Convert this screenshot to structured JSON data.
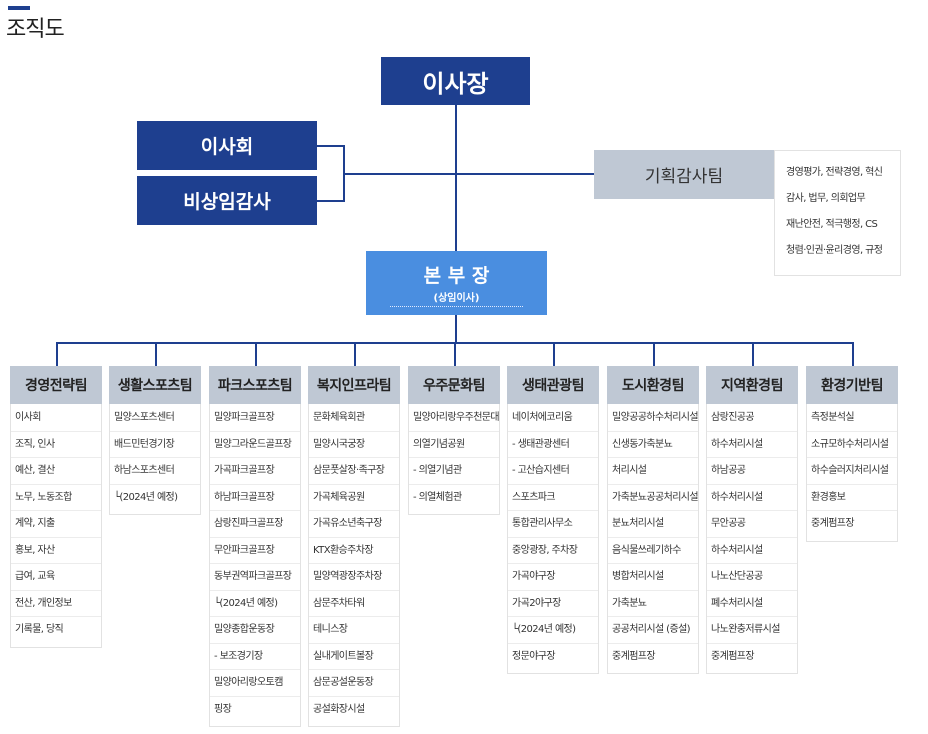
{
  "page_title": "조직도",
  "ceo": "이사장",
  "board": "이사회",
  "auditor": "비상임감사",
  "planning": {
    "name": "기획감사팀",
    "duties": [
      "경영평가, 전략경영, 혁신",
      "감사, 법무, 의회업무",
      "재난안전, 적극행정, CS",
      "청렴·인권·윤리경영, 규정"
    ]
  },
  "hq": {
    "name": "본 부 장",
    "sub": "(상임이사)"
  },
  "teams": [
    {
      "name": "경영전략팀",
      "items": [
        "이사회",
        "조직, 인사",
        "예산, 결산",
        "노무, 노동조합",
        "계약, 지출",
        "홍보, 자산",
        "급여, 교육",
        "전산, 개인정보",
        "기록물, 당직"
      ]
    },
    {
      "name": "생활스포츠팀",
      "items": [
        "밀양스포츠센터",
        "배드민턴경기장",
        "하남스포츠센터",
        "└(2024년 예정)"
      ]
    },
    {
      "name": "파크스포츠팀",
      "items": [
        "밀양파크골프장",
        "밀양그라운드골프장",
        "가곡파크골프장",
        "하남파크골프장",
        "삼랑진파크골프장",
        "무안파크골프장",
        "동부권역파크골프장",
        "└(2024년 예정)",
        "밀양종합운동장",
        "- 보조경기장",
        "밀양아리랑오토캠",
        "핑장"
      ]
    },
    {
      "name": "복지인프라팀",
      "items": [
        "문화체육회관",
        "밀양시국궁장",
        "삼문풋살장·족구장",
        "가곡체육공원",
        "가곡유소년축구장",
        "KTX환승주차장",
        "밀양역광장주차장",
        "삼문주차타워",
        "테니스장",
        "실내게이트볼장",
        "삼문공설운동장",
        "공설화장시설"
      ]
    },
    {
      "name": "우주문화팀",
      "items": [
        "밀양아리랑우주천문대",
        "의열기념공원",
        "- 의열기념관",
        "- 의열체험관"
      ]
    },
    {
      "name": "생태관광팀",
      "items": [
        "네이처에코리움",
        "- 생태관광센터",
        "- 고산습지센터",
        "스포츠파크",
        "통합관리사무소",
        "중앙광장, 주차장",
        "가곡야구장",
        "가곡2야구장",
        "└(2024년 예정)",
        "정문야구장"
      ]
    },
    {
      "name": "도시환경팀",
      "items": [
        "밀양공공하수처리시설",
        "신생동가축분뇨",
        "처리시설",
        "가축분뇨공공처리시설",
        "분뇨처리시설",
        "음식물쓰레기하수",
        "병합처리시설",
        "가축분뇨",
        "공공처리시설 (증설)",
        "중계펌프장"
      ]
    },
    {
      "name": "지역환경팀",
      "items": [
        "삼랑진공공",
        "하수처리시설",
        "하남공공",
        "하수처리시설",
        "무안공공",
        "하수처리시설",
        "나노산단공공",
        "폐수처리시설",
        "나노완충저류시설",
        "중계펌프장"
      ]
    },
    {
      "name": "환경기반팀",
      "items": [
        "측정분석실",
        "소규모하수처리시설",
        "하수슬러지처리시설",
        "환경홍보",
        "중계펌프장"
      ]
    }
  ]
}
